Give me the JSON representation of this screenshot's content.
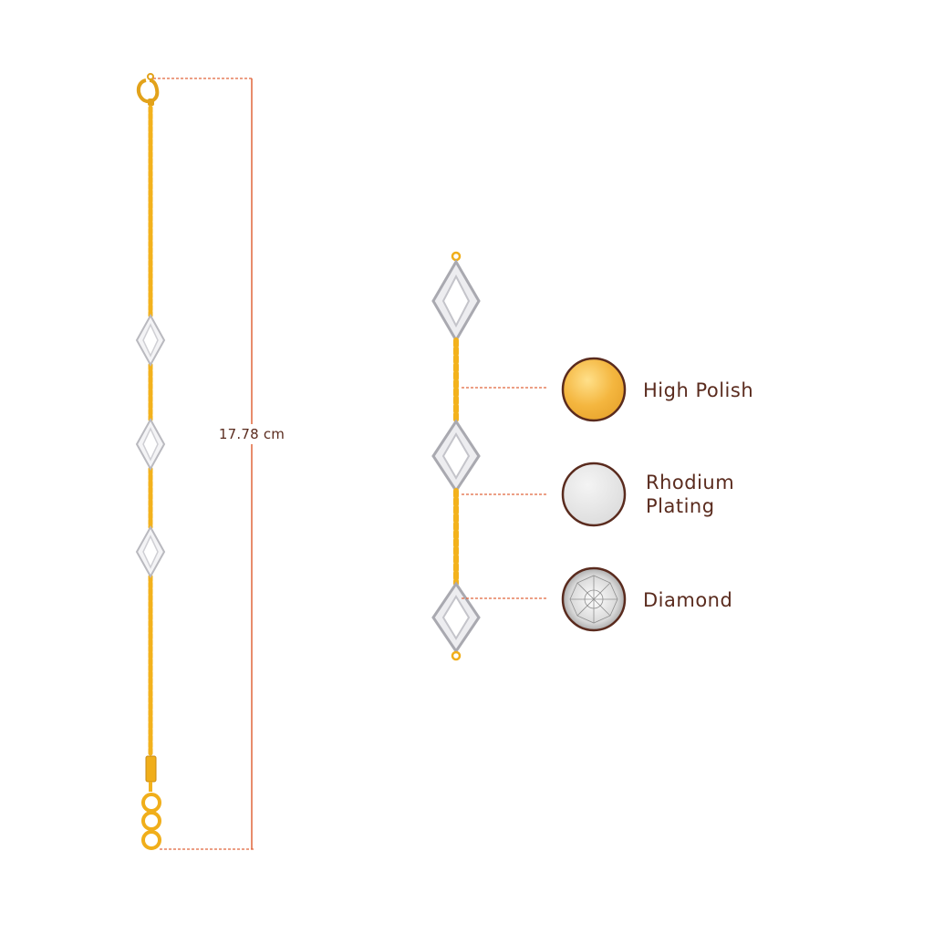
{
  "product": {
    "length_label": "17.78 cm"
  },
  "legend": [
    {
      "label": "High Polish",
      "swatch_color": "#f2b955",
      "icon": "gold-high-polish-swatch"
    },
    {
      "label": "Rhodium Plating",
      "swatch_color": "#e6e6e6",
      "icon": "rhodium-plating-swatch"
    },
    {
      "label": "Diamond",
      "swatch_color": "#d9d9d9",
      "icon": "diamond-swatch"
    }
  ],
  "colors": {
    "gold": "#f5b921",
    "gold_dark": "#c98a12",
    "rhodium": "#e8e8ea",
    "outline_brown": "#5a2b1e",
    "dimension_orange": "#e0663c",
    "text_brown": "#5a2b1e"
  }
}
